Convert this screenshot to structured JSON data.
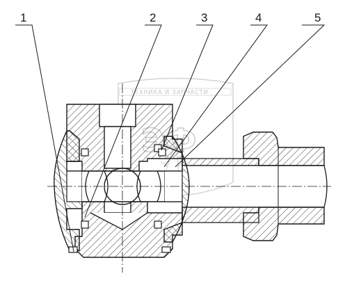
{
  "callouts": [
    {
      "id": "1",
      "label": "1"
    },
    {
      "id": "2",
      "label": "2"
    },
    {
      "id": "3",
      "label": "3"
    },
    {
      "id": "4",
      "label": "4"
    },
    {
      "id": "5",
      "label": "5"
    }
  ],
  "watermark": {
    "text": "ТЕХНИКА И ЗАПЧАСТИ",
    "letters": "ЭФ"
  },
  "colors": {
    "line": "#1a1a1a",
    "hatch": "#3a3a3a",
    "watermark": "#c8c8c8"
  }
}
